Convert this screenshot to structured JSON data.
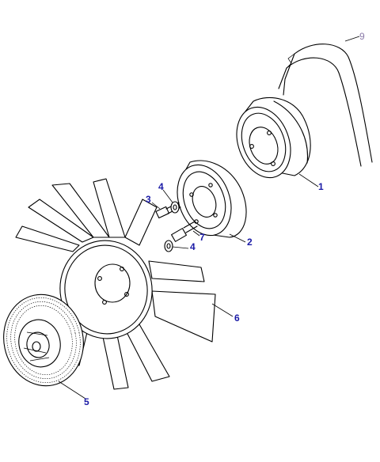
{
  "callouts": [
    {
      "id": "c1",
      "label": "1"
    },
    {
      "id": "c2",
      "label": "2"
    },
    {
      "id": "c3",
      "label": "3"
    },
    {
      "id": "c4a",
      "label": "4"
    },
    {
      "id": "c4b",
      "label": "4"
    },
    {
      "id": "c5",
      "label": "5"
    },
    {
      "id": "c6",
      "label": "6"
    },
    {
      "id": "c7",
      "label": "7"
    },
    {
      "id": "c9",
      "label": "9"
    }
  ],
  "colors": {
    "callout": "#1a1aa6",
    "callout_belt": "#8a7aa8",
    "line": "#000000",
    "background": "#ffffff"
  }
}
